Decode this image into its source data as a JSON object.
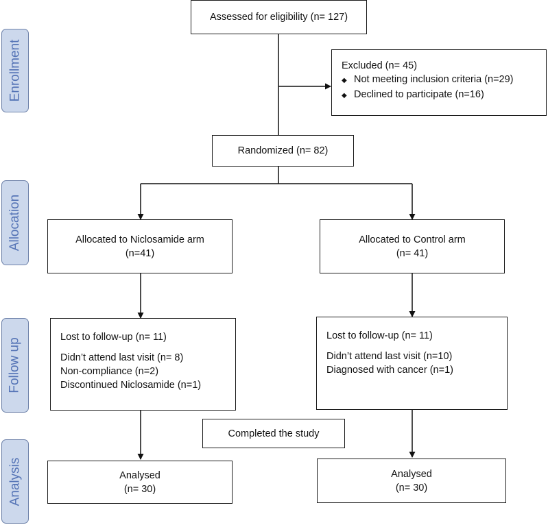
{
  "stages": {
    "enrollment": "Enrollment",
    "allocation": "Allocation",
    "follow_up": "Follow up",
    "analysis": "Analysis"
  },
  "assessed": "Assessed for eligibility (n= 127)",
  "excluded": {
    "title": "Excluded (n= 45)",
    "items": [
      "Not meeting inclusion criteria (n=29)",
      "Declined to participate (n=16)"
    ]
  },
  "randomized": "Randomized (n= 82)",
  "arms": [
    {
      "allocated": "Allocated to Niclosamide arm",
      "allocated_n": "(n=41)",
      "lost": "Lost to follow-up (n= 11)",
      "reasons": [
        "Didn’t attend last visit (n= 8)",
        "Non-compliance (n=2)",
        "Discontinued Niclosamide (n=1)"
      ],
      "analysed": "Analysed",
      "analysed_n": "(n= 30)"
    },
    {
      "allocated": "Allocated to Control arm",
      "allocated_n": "(n= 41)",
      "lost": "Lost to follow-up (n= 11)",
      "reasons": [
        "Didn’t attend last visit (n=10)",
        "Diagnosed with cancer (n=1)"
      ],
      "analysed": "Analysed",
      "analysed_n": "(n= 30)"
    }
  ],
  "completed": "Completed the study",
  "colors": {
    "stage_fill": "#ccd8ec",
    "stage_text": "#5574b6",
    "stage_border": "#6c80a8"
  }
}
